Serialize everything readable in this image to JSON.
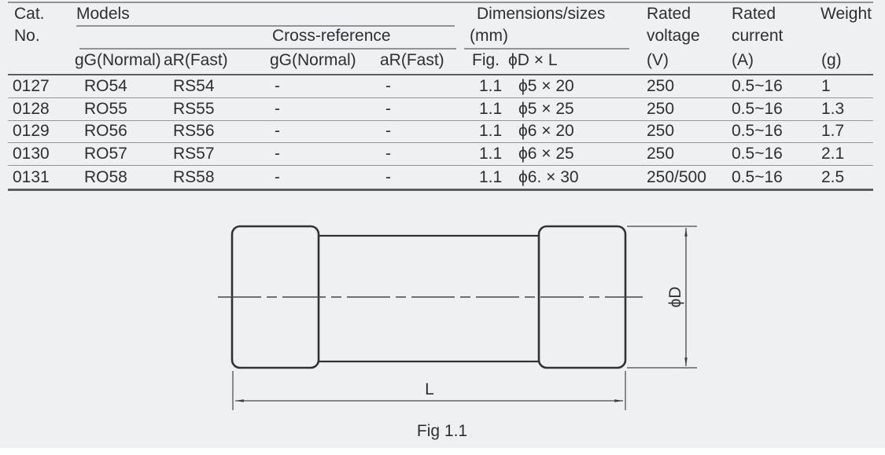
{
  "table": {
    "headers": {
      "cat": "Cat.",
      "no": "No.",
      "models": "Models",
      "cross_reference": "Cross-reference",
      "dimensions_line1": "Dimensions/sizes",
      "dimensions_line2": "(mm)",
      "rated_voltage_line1": "Rated",
      "rated_voltage_line2": "voltage",
      "rated_voltage_unit": "(V)",
      "rated_current_line1": "Rated",
      "rated_current_line2": "current",
      "rated_current_unit": "(A)",
      "weight": "Weight",
      "weight_unit": "(g)",
      "sub": {
        "gg_normal_1": "gG(Normal)",
        "ar_fast_1": "aR(Fast)",
        "gg_normal_2": "gG(Normal)",
        "ar_fast_2": "aR(Fast)",
        "fig": "Fig.",
        "d_x_l": "ϕD × L"
      }
    },
    "rows": [
      {
        "cat": "0127",
        "gg": "RO54",
        "ar": "RS54",
        "xgg": "-",
        "xar": "-",
        "fig": "1.1",
        "dxl": "ϕ5 × 20",
        "voltage": "250",
        "current": "0.5~16",
        "weight": "1"
      },
      {
        "cat": "0128",
        "gg": "RO55",
        "ar": "RS55",
        "xgg": "-",
        "xar": "-",
        "fig": "1.1",
        "dxl": "ϕ5 × 25",
        "voltage": "250",
        "current": "0.5~16",
        "weight": "1.3"
      },
      {
        "cat": "0129",
        "gg": "RO56",
        "ar": "RS56",
        "xgg": "-",
        "xar": "-",
        "fig": "1.1",
        "dxl": "ϕ6 × 20",
        "voltage": "250",
        "current": "0.5~16",
        "weight": "1.7"
      },
      {
        "cat": "0130",
        "gg": "RO57",
        "ar": "RS57",
        "xgg": "-",
        "xar": "-",
        "fig": "1.1",
        "dxl": "ϕ6 × 25",
        "voltage": "250",
        "current": "0.5~16",
        "weight": "2.1"
      },
      {
        "cat": "0131",
        "gg": "RO58",
        "ar": "RS58",
        "xgg": "-",
        "xar": "-",
        "fig": "1.1",
        "dxl": "ϕ6. × 30",
        "voltage": "250/500",
        "current": "0.5~16",
        "weight": "2.5"
      }
    ]
  },
  "figure": {
    "caption": "Fig 1.1",
    "label_length": "L",
    "label_diameter": "ϕD"
  },
  "colors": {
    "background": "#eff0f2",
    "text": "#2d2f33",
    "rule_light": "#8f939a",
    "rule_strong": "#5a5d62",
    "diagram_line": "#303336"
  }
}
